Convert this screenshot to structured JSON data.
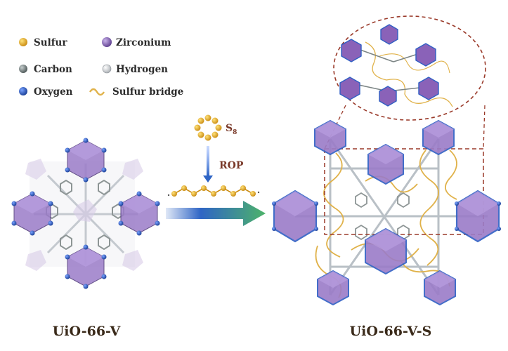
{
  "legend": {
    "items": [
      {
        "key": "sulfur",
        "label": "Sulfur"
      },
      {
        "key": "zirconium",
        "label": "Zirconium"
      },
      {
        "key": "carbon",
        "label": "Carbon"
      },
      {
        "key": "hydrogen",
        "label": "Hydrogen"
      },
      {
        "key": "oxygen",
        "label": "Oxygen"
      },
      {
        "key": "sulfur-bridge",
        "label": "Sulfur bridge"
      }
    ]
  },
  "reaction": {
    "reagent_main": "S",
    "reagent_sub": "8",
    "process": "ROP"
  },
  "captions": {
    "left": "UiO-66-V",
    "right": "UiO-66-V-S"
  },
  "colors": {
    "sulfur": "#e8a21a",
    "zirconium": "#8a62b8",
    "zr_polyhedron": "#9b7cc8",
    "carbon": "#6f7a7a",
    "hydrogen": "#e9ecef",
    "oxygen": "#2f5fc4",
    "bridge": "#e0b24a",
    "dashed_frame": "#9a3a2a",
    "arrow_start": "#2f65c5",
    "arrow_end": "#4db36a"
  }
}
